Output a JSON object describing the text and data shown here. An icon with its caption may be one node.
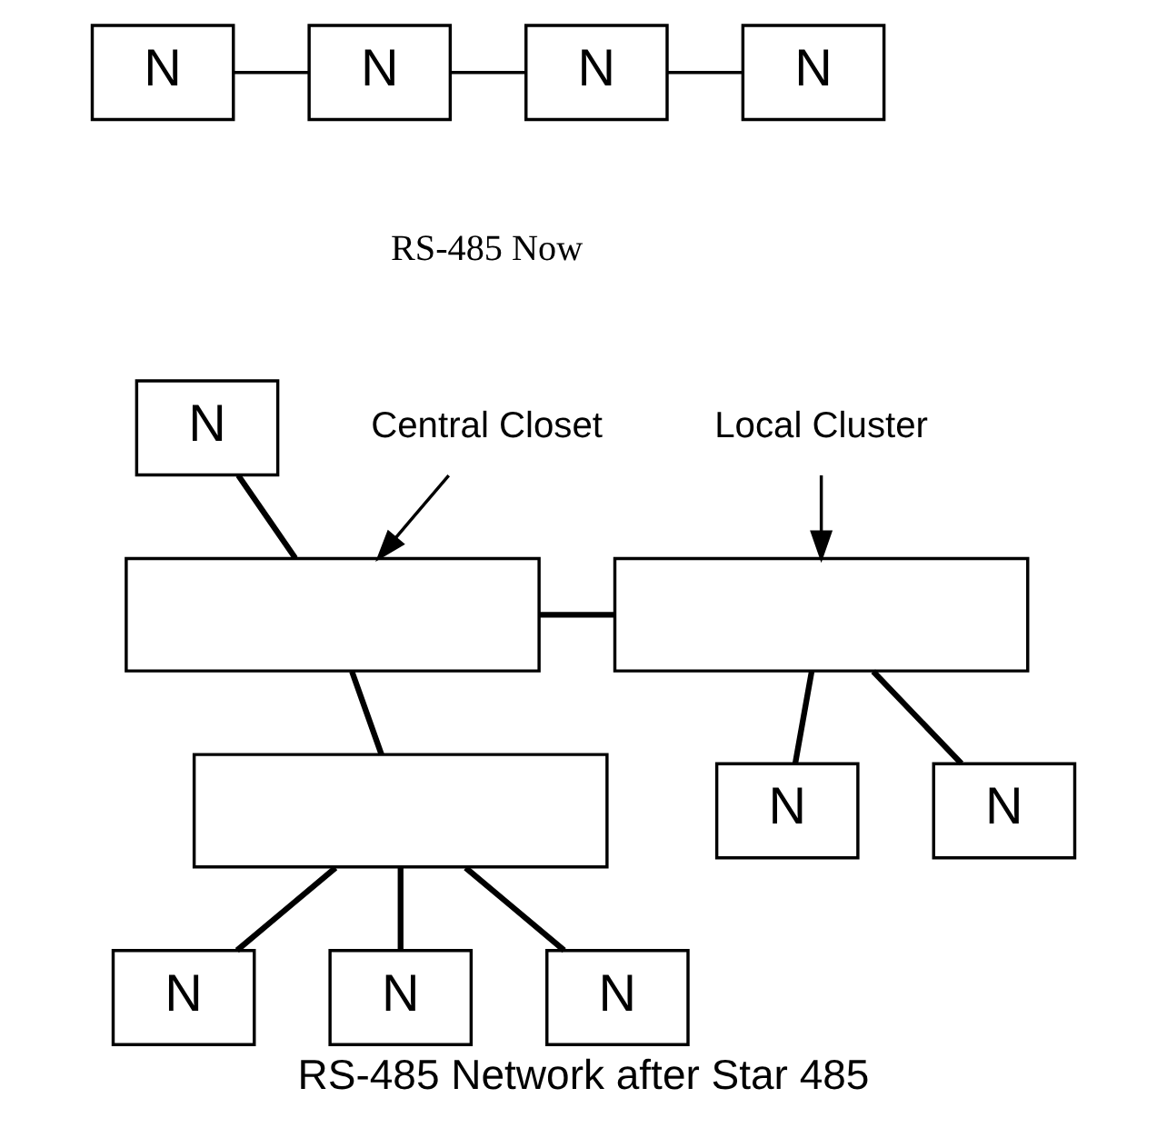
{
  "diagram": {
    "caption": "RS-485 Network after Star 485",
    "nodes": [
      {
        "text": [
          "N"
        ]
      },
      {
        "text": [
          "N"
        ]
      },
      {
        "text": [
          "N"
        ]
      },
      {
        "text": [
          "N"
        ]
      },
      {
        "text": [
          "N"
        ]
      },
      {
        "text": [
          "Central Closet"
        ]
      },
      {
        "text": [
          "Local Cluster"
        ]
      },
      {
        "text": [],
        "shape": "box"
      },
      {
        "text": [],
        "shape": "box"
      },
      {
        "text": [],
        "shape": "box"
      },
      {
        "text": [
          "N"
        ]
      },
      {
        "text": [
          "N"
        ]
      },
      {
        "text": [
          "N"
        ]
      },
      {
        "text": [
          "N"
        ]
      },
      {
        "text": [
          "N"
        ]
      }
    ],
    "edges": [
      {
        "from": 0,
        "to": 1,
        "arrow": "none"
      },
      {
        "from": 1,
        "to": 2,
        "arrow": "none"
      },
      {
        "from": 2,
        "to": 3,
        "arrow": "none"
      },
      {
        "from": 4,
        "to": 7,
        "arrow": "none"
      },
      {
        "from": 5,
        "to": 7,
        "arrow": "to"
      },
      {
        "from": 6,
        "to": 8,
        "arrow": "to"
      },
      {
        "from": 7,
        "to": 8,
        "arrow": "none"
      },
      {
        "from": 7,
        "to": 9,
        "arrow": "none"
      },
      {
        "from": 8,
        "to": 10,
        "arrow": "none"
      },
      {
        "from": 8,
        "to": 11,
        "arrow": "none"
      },
      {
        "from": 9,
        "to": 12,
        "arrow": "none"
      },
      {
        "from": 9,
        "to": 13,
        "arrow": "none"
      },
      {
        "from": 9,
        "to": 14,
        "arrow": "none"
      }
    ],
    "labels": [
      "RS-485 Now"
    ]
  }
}
